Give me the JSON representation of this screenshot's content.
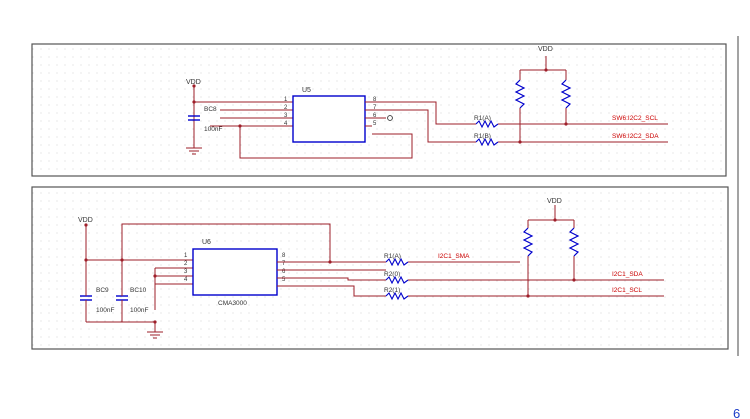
{
  "panel_top": {
    "vdd_left": "VDD",
    "vdd_right": "VDD",
    "cap_name": "BC8",
    "cap_value": "100nF",
    "ic_name": "U5",
    "pins_left": [
      "1",
      "2",
      "3",
      "4"
    ],
    "pins_right": [
      "8",
      "7",
      "6",
      "5"
    ],
    "r1": "R1(A)",
    "r2": "R1(B)",
    "net1": "SW6:I2C2_SCL",
    "net2": "SW6:I2C2_SDA"
  },
  "panel_bottom": {
    "vdd_left": "VDD",
    "vdd_right": "VDD",
    "cap1_name": "BC9",
    "cap1_value": "100nF",
    "cap2_name": "BC10",
    "cap2_value": "100nF",
    "ic_name": "U6",
    "ic_part": "CMA3000",
    "pins_left": [
      "1",
      "2",
      "3",
      "4"
    ],
    "pins_right": [
      "8",
      "7",
      "6",
      "5"
    ],
    "r1": "R1(A)",
    "r2": "R2(0)",
    "r3": "R2(1)",
    "net1": "I2C1_SMA",
    "net2": "I2C1_SDA",
    "net3": "I2C1_SCL"
  },
  "corner_glyph": "6",
  "colors": {
    "wire": "#9e1f2a",
    "part": "#0000cc",
    "net_label": "#cc0000",
    "text": "#333333",
    "frame": "#555555"
  }
}
